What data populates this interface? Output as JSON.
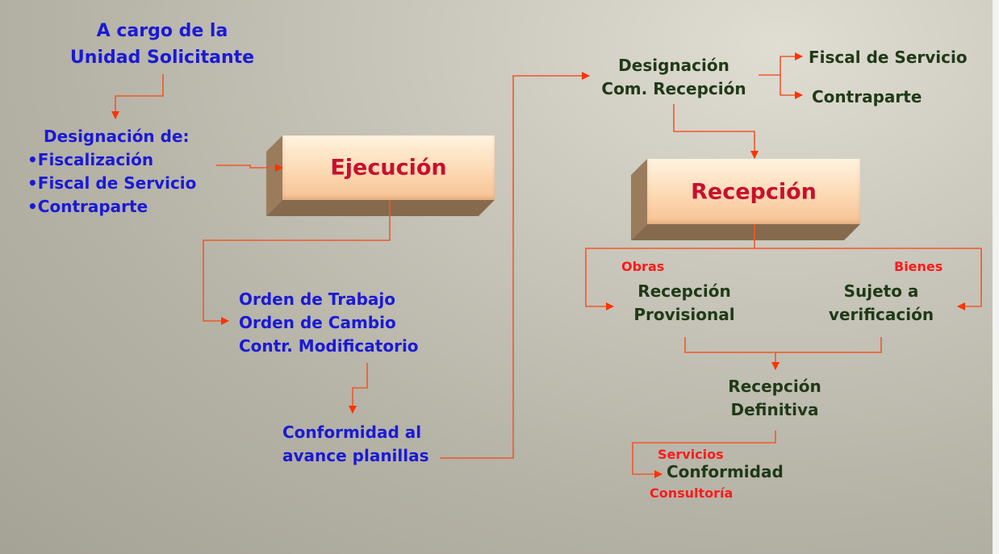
{
  "left": {
    "heading": [
      "A cargo de la",
      "Unidad Solicitante"
    ],
    "designacion_title": "Designación de:",
    "designacion_items": [
      "•Fiscalización",
      "•Fiscal de Servicio",
      "•Contraparte"
    ]
  },
  "center": {
    "ejecucion": "Ejecución",
    "ordenes": [
      "Orden de Trabajo",
      "Orden de Cambio",
      "Contr. Modificatorio"
    ],
    "conformidad": [
      "Conformidad al",
      "avance planillas"
    ]
  },
  "right": {
    "com_recepcion": [
      "Designación",
      "Com. Recepción"
    ],
    "fiscal": "Fiscal de Servicio",
    "contraparte": "Contraparte",
    "recepcion": "Recepción",
    "obras": "Obras",
    "bienes": "Bienes",
    "provisional": [
      "Recepción",
      "Provisional"
    ],
    "verificacion": [
      "Sujeto a",
      "verificación"
    ],
    "definitiva": [
      "Recepción",
      "Definitiva"
    ],
    "servicios": "Servicios",
    "conformidad": "Conformidad",
    "consultoria": "Consultoría"
  },
  "colors": {
    "blue_text": "#1a1ad6",
    "green_text": "#1f3a17",
    "red_label": "#ff1a1a",
    "box_text": "#c8102e",
    "arrow": "#f0582a"
  }
}
